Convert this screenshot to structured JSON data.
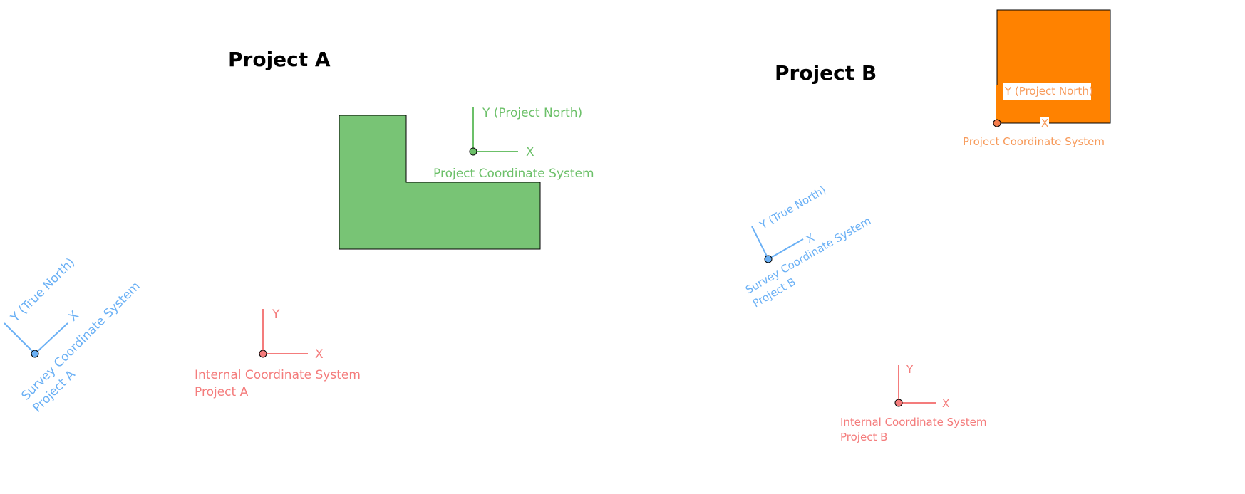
{
  "project_a": {
    "title": "Project A",
    "project_cs": {
      "y_label": "Y (Project North)",
      "x_label": "X",
      "name": "Project Coordinate System"
    },
    "survey_cs": {
      "y_label": "Y (True North)",
      "x_label": "X",
      "name": "Survey Coordinate System",
      "project": "Project A"
    },
    "internal_cs": {
      "y_label": "Y",
      "x_label": "X",
      "name": "Internal Coordinate System",
      "project": "Project A"
    }
  },
  "project_b": {
    "title": "Project B",
    "project_cs": {
      "y_label": "Y (Project North)",
      "x_label": "X",
      "name": "Project Coordinate System"
    },
    "survey_cs": {
      "y_label": "Y (True North)",
      "x_label": "X",
      "name": "Survey Coordinate System",
      "project": "Project B"
    },
    "internal_cs": {
      "y_label": "Y",
      "x_label": "X",
      "name": "Internal Coordinate System",
      "project": "Project B"
    }
  },
  "colors": {
    "green": "#6cc069",
    "building_a": "#78c475",
    "blue": "#6ab0f5",
    "red": "#f47c7c",
    "orange": "#ff8200",
    "orange_text": "#f79a5a"
  }
}
